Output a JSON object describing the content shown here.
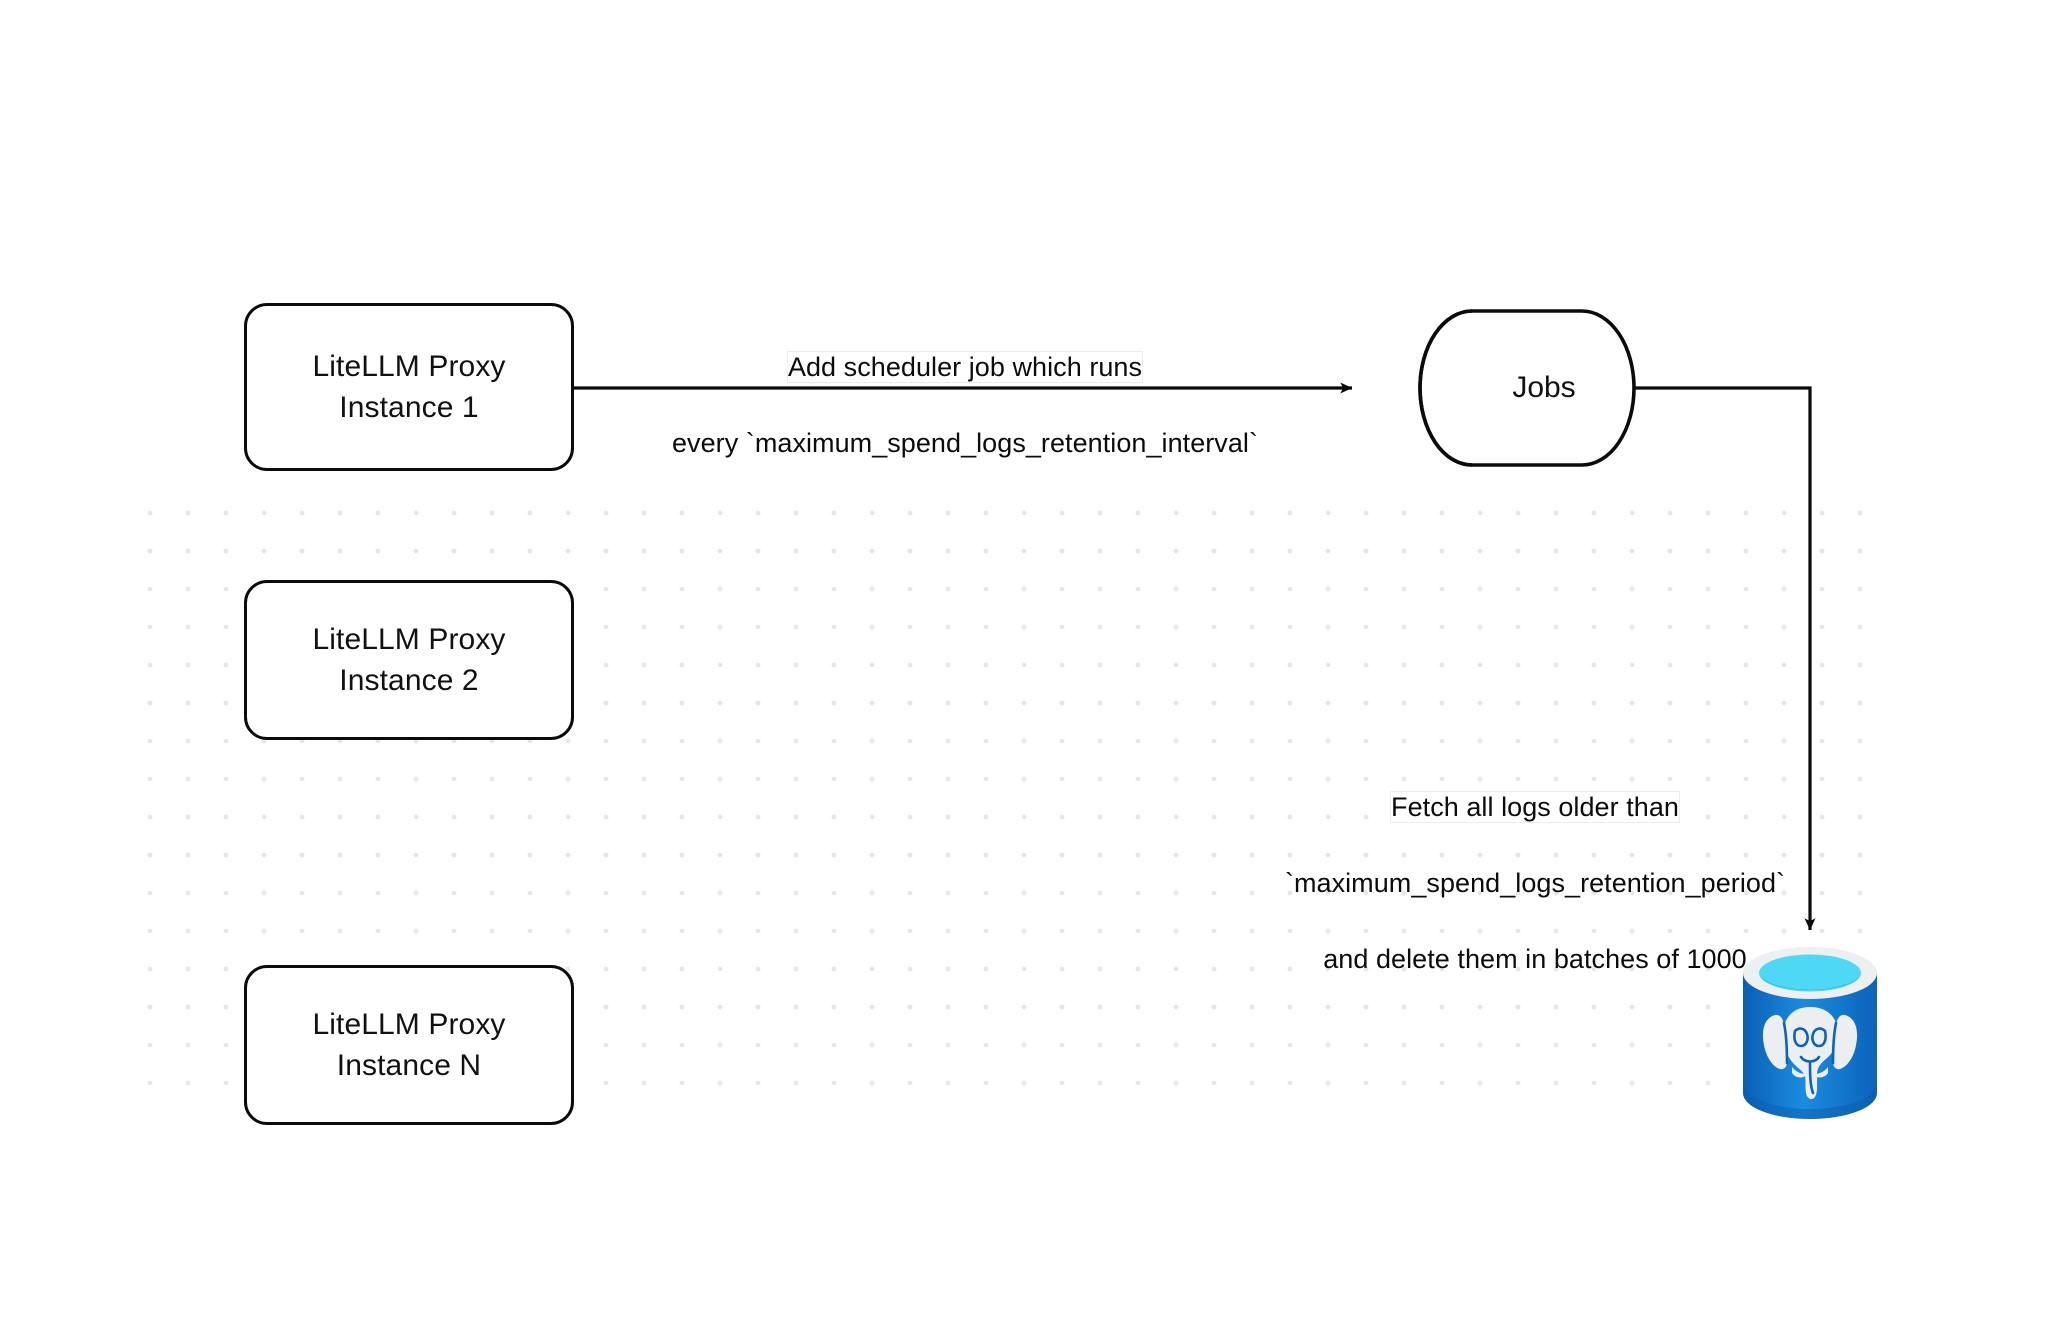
{
  "diagram": {
    "title": "LiteLLM spend logs retention scheduler flow",
    "background": {
      "color": "#ffffff",
      "dot_color": "#e6e7e8",
      "dot_spacing": 38
    },
    "nodes": [
      {
        "id": "proxy-1",
        "shape": "rounded-rect",
        "label": "LiteLLM Proxy\nInstance 1"
      },
      {
        "id": "proxy-2",
        "shape": "rounded-rect",
        "label": "LiteLLM Proxy\nInstance 2"
      },
      {
        "id": "proxy-n",
        "shape": "rounded-rect",
        "label": "LiteLLM Proxy\nInstance N"
      },
      {
        "id": "jobs",
        "shape": "cylinder",
        "label": "Jobs"
      },
      {
        "id": "postgres",
        "shape": "database-icon",
        "label": "postgresql-database-icon"
      }
    ],
    "edges": [
      {
        "id": "edge-scheduler",
        "from": "proxy-1",
        "to": "jobs",
        "label_line_1": "Add scheduler job which runs",
        "label_line_2": "every `maximum_spend_logs_retention_interval`",
        "arrow": "end"
      },
      {
        "id": "edge-delete-logs",
        "from": "jobs",
        "to": "postgres",
        "label_line_1": "Fetch all logs older than",
        "label_line_2": "`maximum_spend_logs_retention_period`",
        "label_line_3": "and delete them in batches of 1000",
        "arrow": "end"
      }
    ],
    "colors": {
      "stroke": "#0b0b0b",
      "node_fill": "#ffffff",
      "text": "#111111",
      "postgres_body_light": "#1b8ce0",
      "postgres_body_dark": "#0a5fb4",
      "postgres_rim": "#edeff0",
      "postgres_top_cyan": "#4fd8f5",
      "postgres_top_shadow": "#1899c8",
      "postgres_elephant": "#eceef0"
    }
  }
}
